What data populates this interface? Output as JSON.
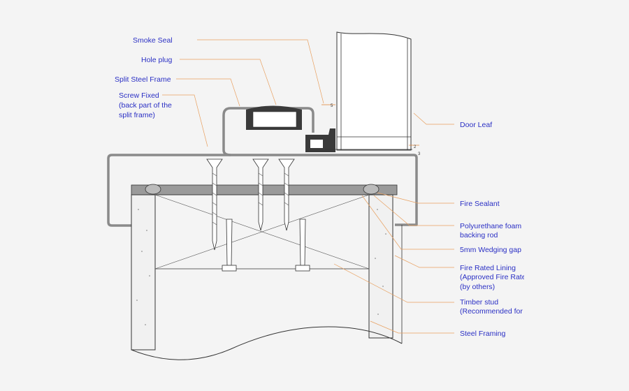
{
  "labels": {
    "smoke_seal": "Smoke Seal",
    "hole_plug": "Hole plug",
    "split_steel_frame": "Split Steel Frame",
    "screw_fixed_1": "Screw Fixed",
    "screw_fixed_2": "(back part of the",
    "screw_fixed_3": "split frame)",
    "door_leaf": "Door Leaf",
    "fire_sealant": "Fire Sealant",
    "pu_foam_1": "Polyurethane foam",
    "pu_foam_2": "backing rod",
    "wedging_gap": "5mm Wedging gap",
    "fire_lining_1": "Fire Rated Lining",
    "fire_lining_2": "(Approved Fire Rated",
    "fire_lining_3": "(by others)",
    "timber_1": "Timber stud",
    "timber_2": "(Recommended for",
    "steel_framing": "Steel Framing"
  },
  "dimensions": {
    "gap_top": "5",
    "gap_side_a": "2",
    "gap_side_b": "3"
  },
  "colors": {
    "label_text": "#2a2fc4",
    "leader": "#e8a060",
    "outline": "#333333",
    "frame": "#8a8a8a",
    "background": "#f4f4f4"
  }
}
